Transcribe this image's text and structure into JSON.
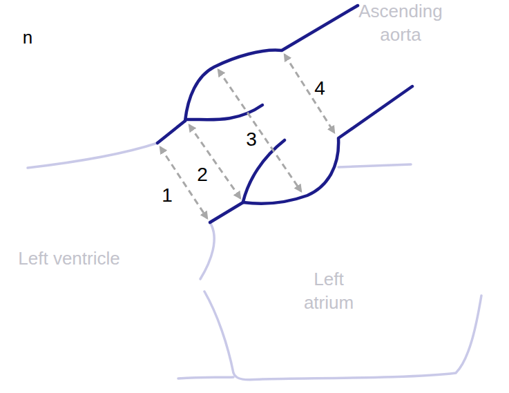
{
  "diagram": {
    "labels": [
      "n",
      "Ascending aorta",
      "1",
      "2",
      "3",
      "4",
      "Left ventricle",
      "Left atrium"
    ]
  }
}
